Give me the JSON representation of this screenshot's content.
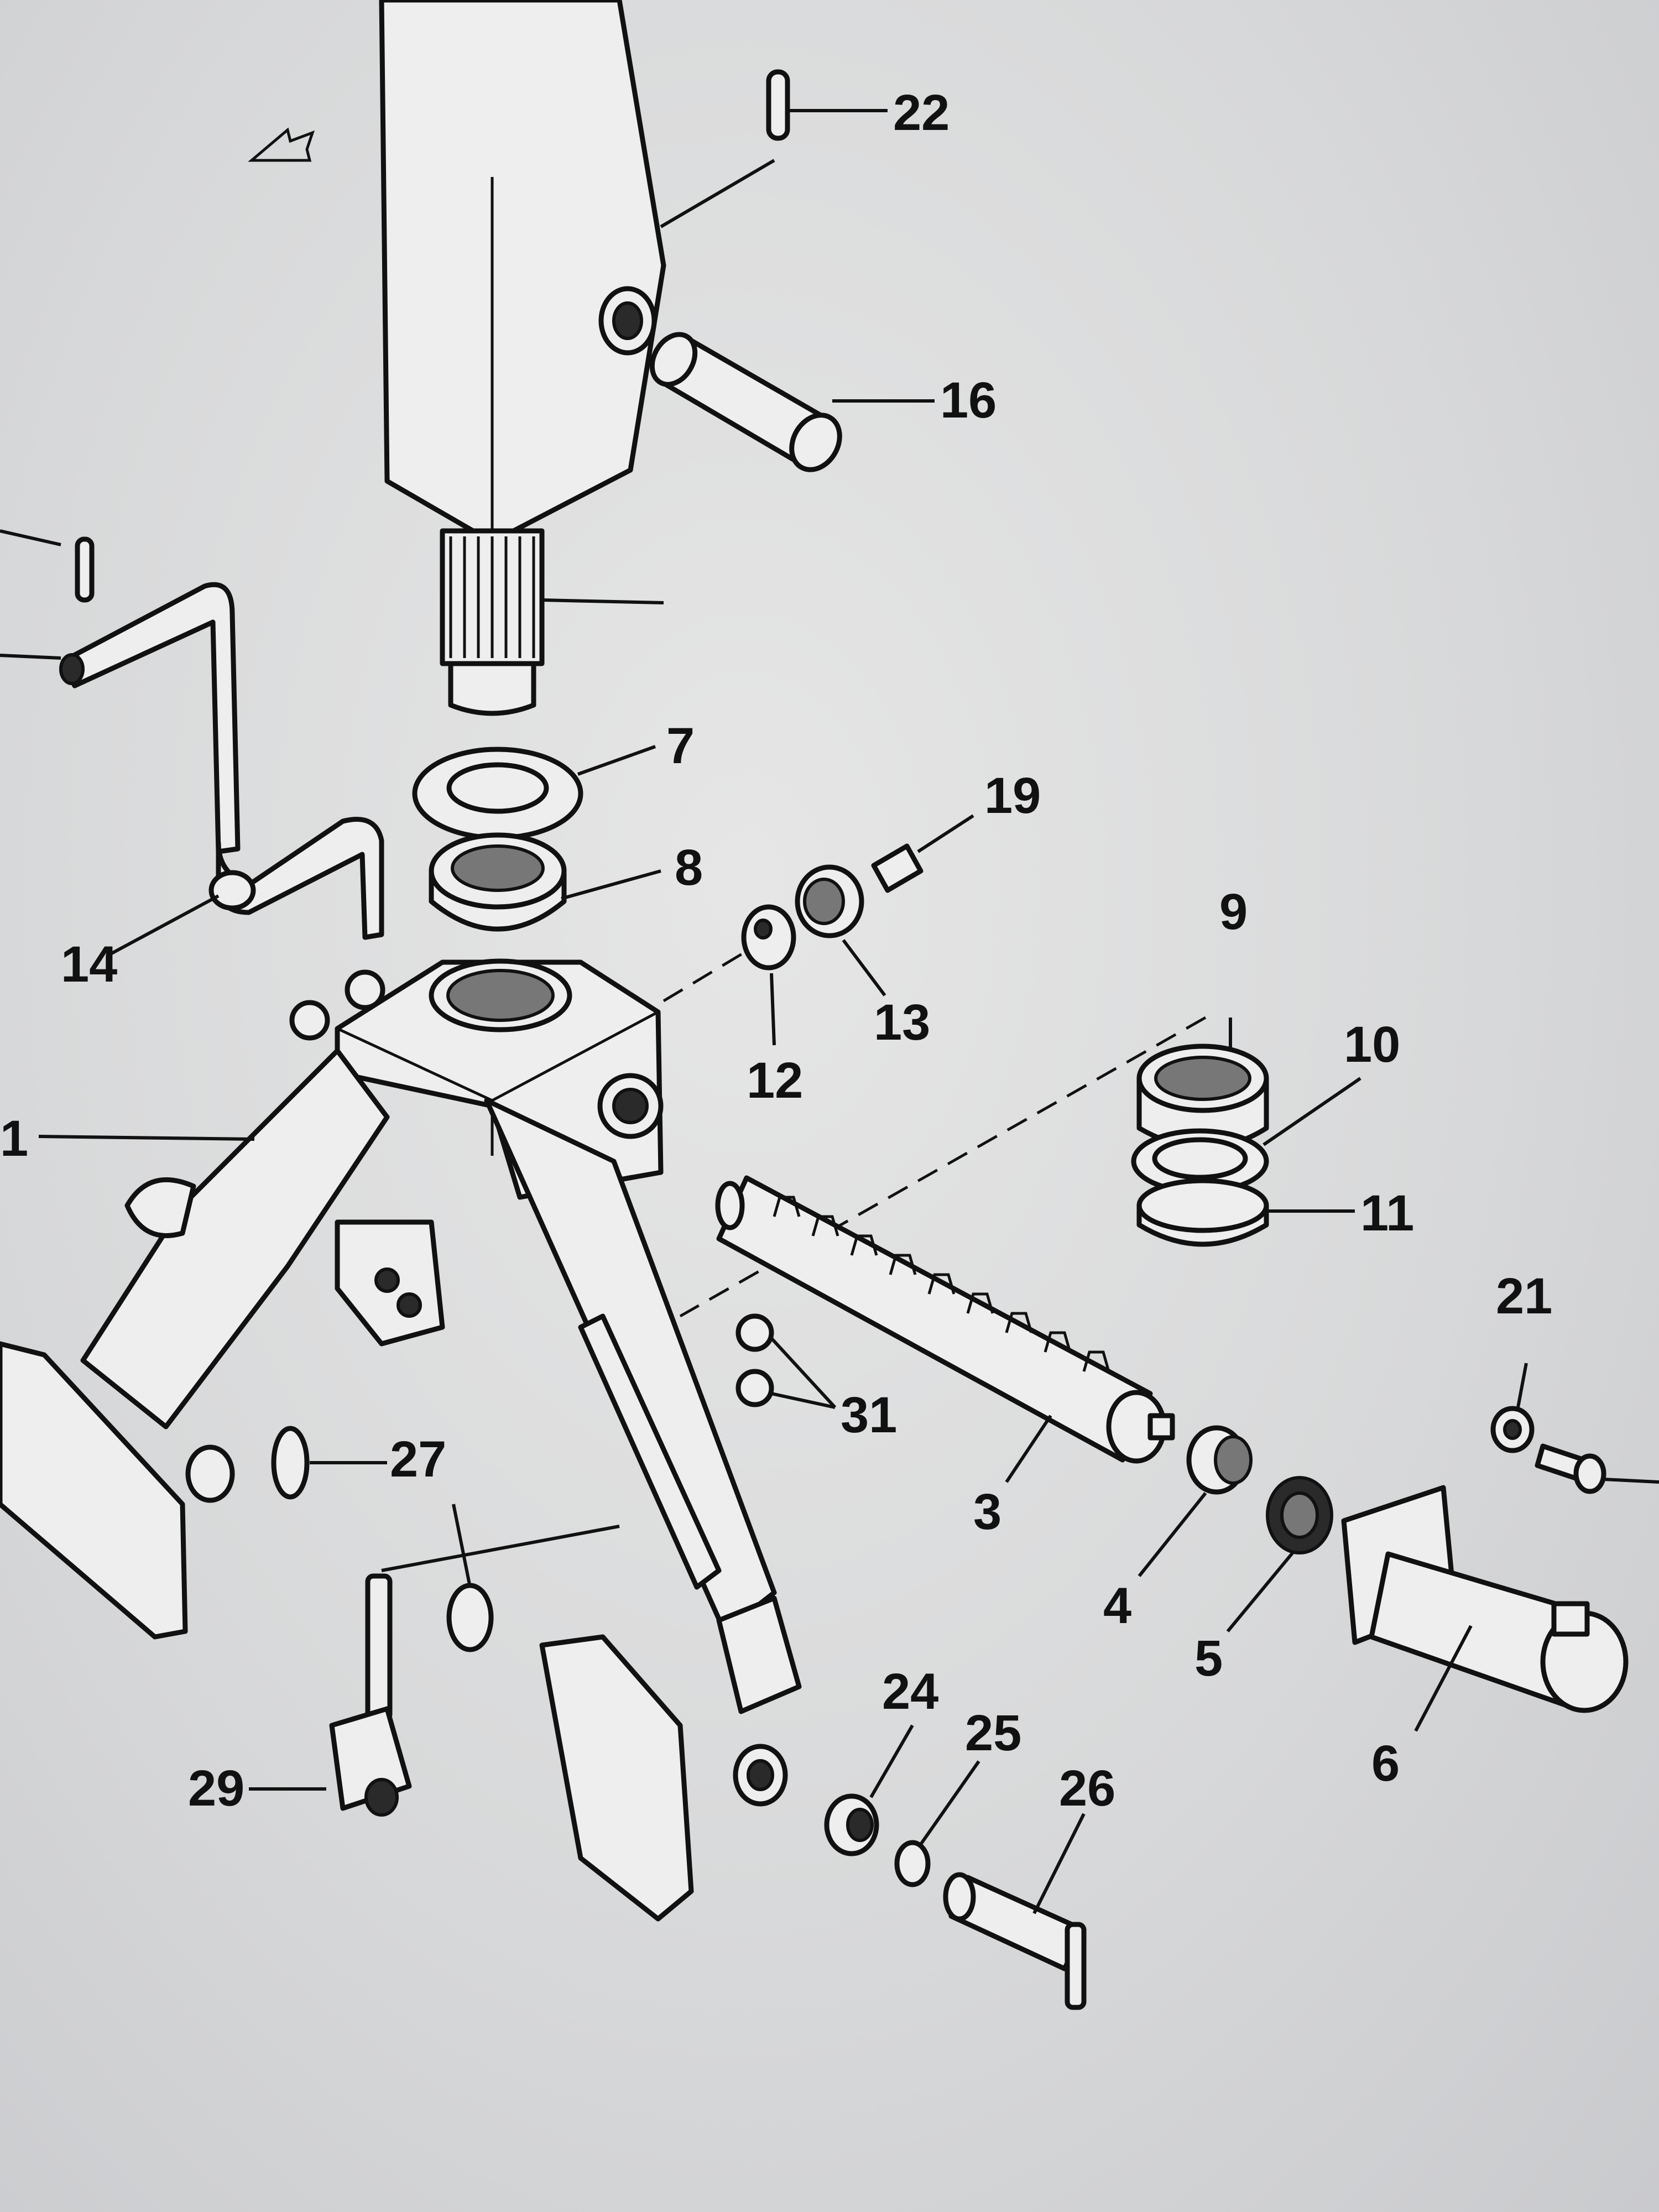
{
  "diagram": {
    "callouts": [
      {
        "id": "c1",
        "text": "1"
      },
      {
        "id": "c3",
        "text": "3"
      },
      {
        "id": "c4",
        "text": "4"
      },
      {
        "id": "c5",
        "text": "5"
      },
      {
        "id": "c6",
        "text": "6"
      },
      {
        "id": "c7",
        "text": "7"
      },
      {
        "id": "c8",
        "text": "8"
      },
      {
        "id": "c9",
        "text": "9"
      },
      {
        "id": "c10",
        "text": "10"
      },
      {
        "id": "c11",
        "text": "11"
      },
      {
        "id": "c12",
        "text": "12"
      },
      {
        "id": "c13",
        "text": "13"
      },
      {
        "id": "c14",
        "text": "14"
      },
      {
        "id": "c16",
        "text": "16"
      },
      {
        "id": "c19",
        "text": "19"
      },
      {
        "id": "c21",
        "text": "21"
      },
      {
        "id": "c22",
        "text": "22"
      },
      {
        "id": "c24",
        "text": "24"
      },
      {
        "id": "c25",
        "text": "25"
      },
      {
        "id": "c26",
        "text": "26"
      },
      {
        "id": "c27",
        "text": "27"
      },
      {
        "id": "c29",
        "text": "29"
      },
      {
        "id": "c31",
        "text": "31"
      }
    ]
  },
  "colors": {
    "background": "#dcdcdc",
    "ink": "#111111"
  }
}
